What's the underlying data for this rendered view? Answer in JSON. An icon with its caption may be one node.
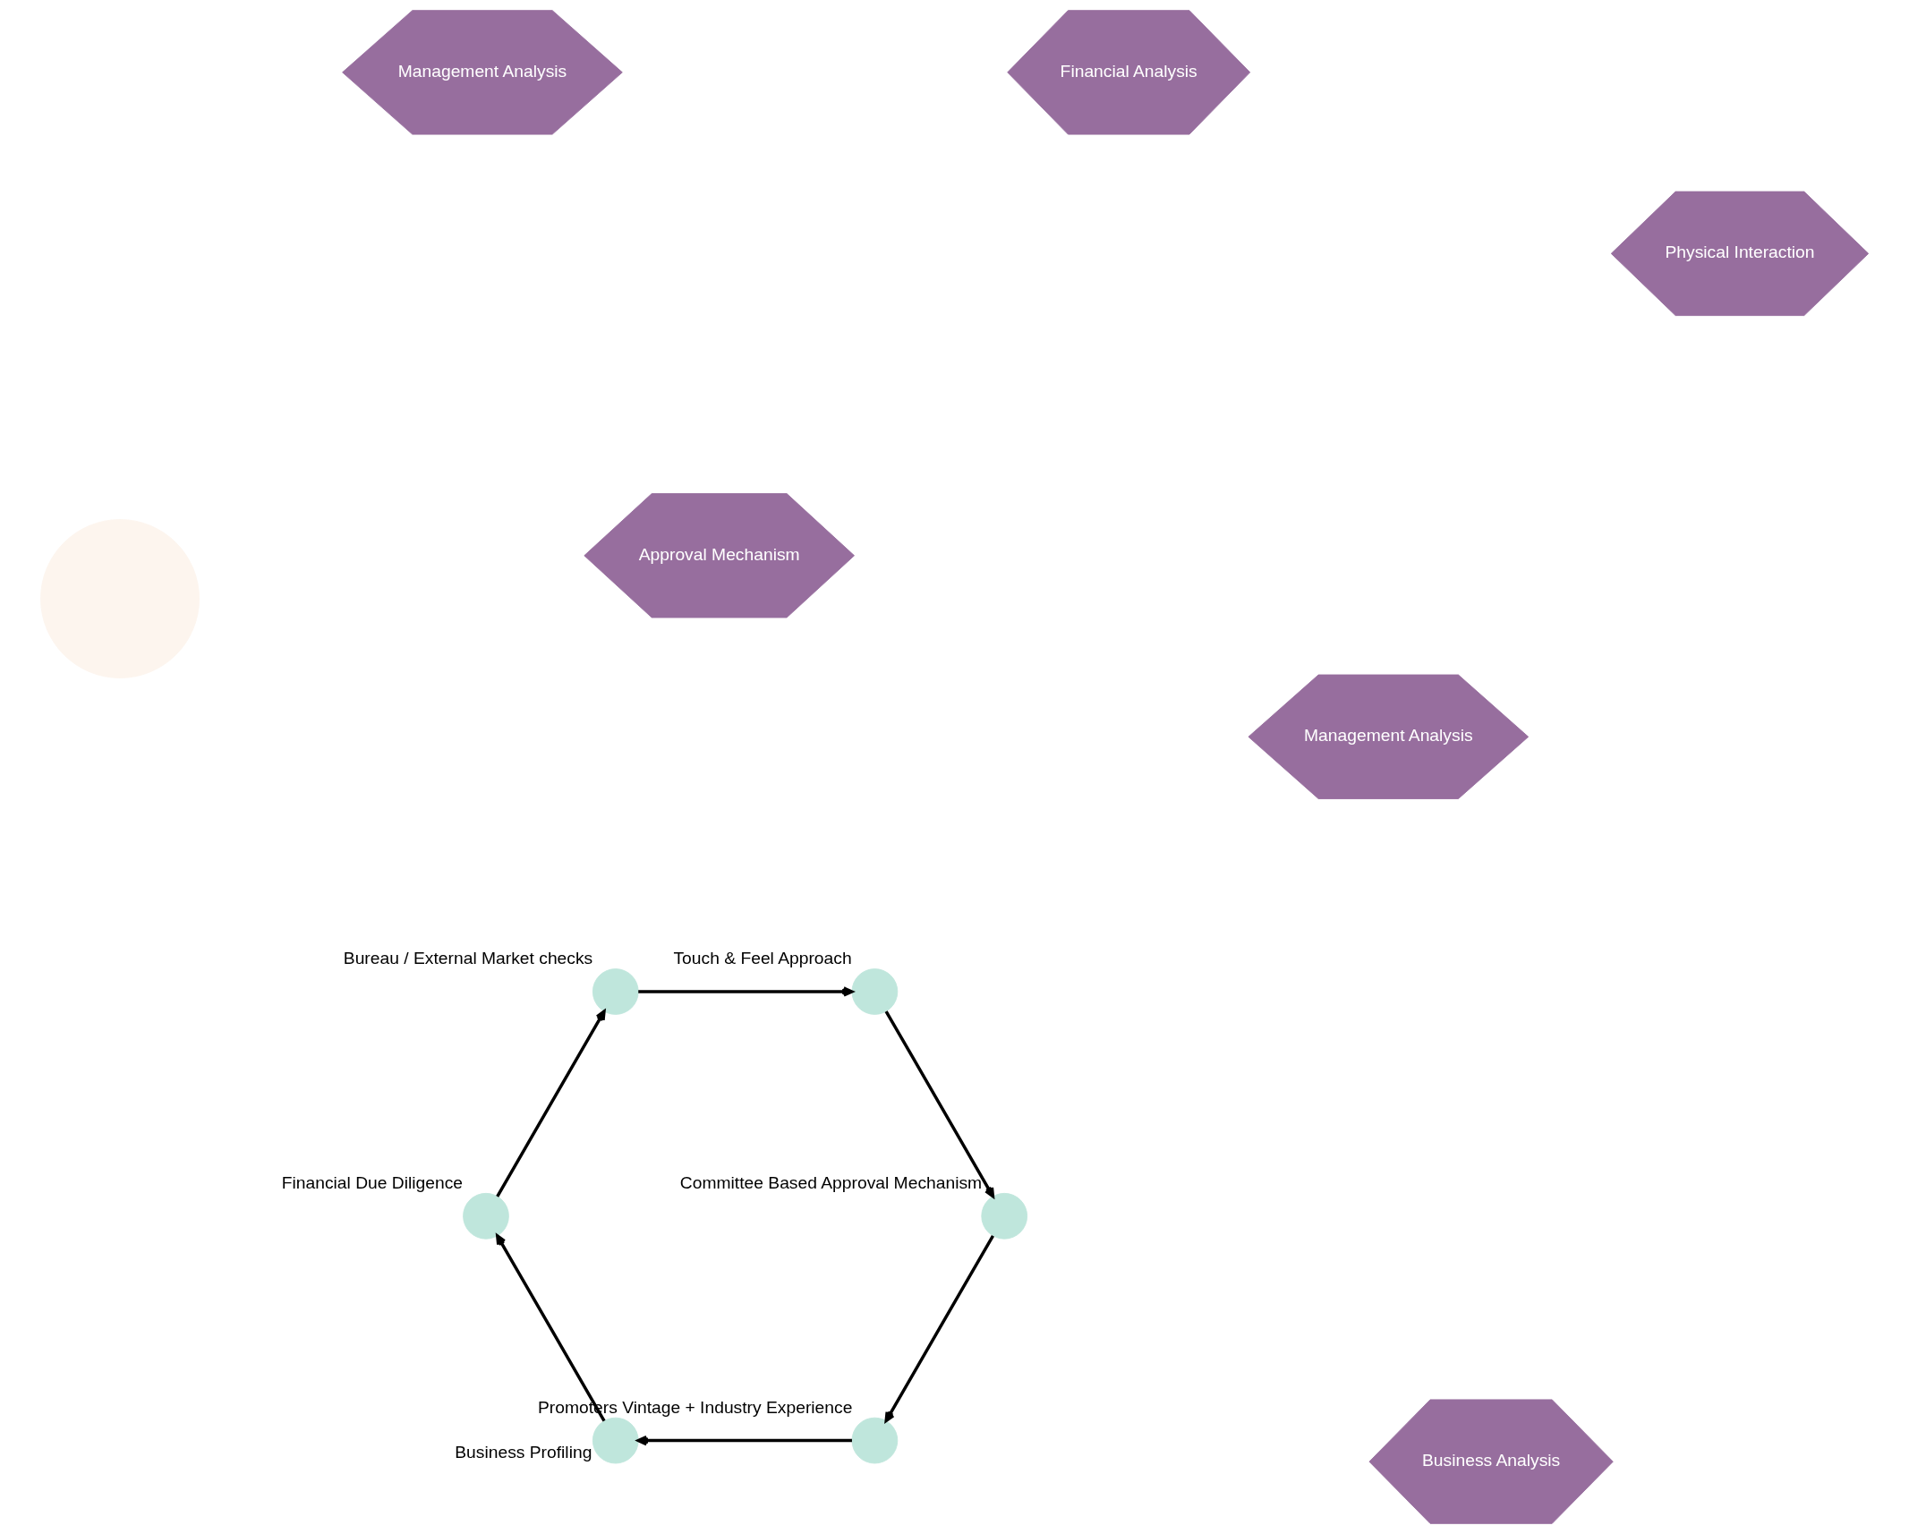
{
  "diagram": {
    "nodes": [
      {
        "text": [],
        "shape": "circle",
        "beside": [
          "Promoters Vintage + Industry Experience"
        ]
      },
      {
        "text": [],
        "shape": "circle",
        "beside": [
          "Committee Based Approval Mechanism"
        ]
      },
      {
        "text": [],
        "shape": "circle",
        "beside": [
          "Business Profiling"
        ]
      },
      {
        "text": [
          "Management Analysis"
        ]
      },
      {
        "text": [
          "Approval Mechanism"
        ]
      },
      {
        "text": [
          "Business Analysis"
        ]
      },
      {
        "text": [],
        "shape": "circle"
      },
      {
        "text": [
          "Physical Interaction"
        ]
      },
      {
        "text": [
          "Financial Analysis"
        ]
      },
      {
        "text": [],
        "shape": "circle",
        "beside": [
          "Touch & Feel Approach"
        ]
      },
      {
        "text": [],
        "shape": "circle",
        "beside": [
          "Financial Due Diligence"
        ]
      },
      {
        "text": [
          "Management Analysis"
        ]
      },
      {
        "text": [],
        "shape": "circle",
        "beside": [
          "Bureau / External Market checks"
        ]
      }
    ],
    "edges": [
      {
        "from": 0,
        "to": 2,
        "arrow": "to"
      },
      {
        "from": 2,
        "to": 10,
        "arrow": "to"
      },
      {
        "from": 10,
        "to": 12,
        "arrow": "to"
      },
      {
        "from": 12,
        "to": 9,
        "arrow": "to"
      },
      {
        "from": 9,
        "to": 1,
        "arrow": "to"
      },
      {
        "from": 1,
        "to": 0,
        "arrow": "to"
      }
    ]
  }
}
